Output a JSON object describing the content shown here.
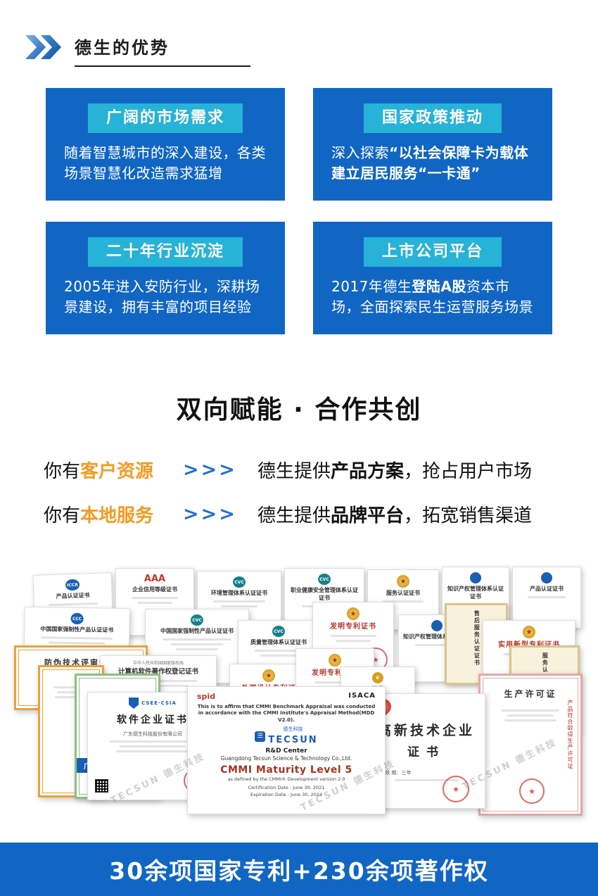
{
  "header": {
    "title": "德生的优势"
  },
  "colors": {
    "card_blue": "#1166c4",
    "title_teal": "#27b2d8",
    "accent_orange": "#f59a23",
    "banner_blue": "#1166c4",
    "arrow_blue": "#1f6fd0"
  },
  "advantage_cards": [
    {
      "title": "广阔的市场需求",
      "segments": [
        {
          "text": "随着智慧城市的深入建设，各类场景智慧化改造需求猛增",
          "bold": false
        }
      ]
    },
    {
      "title": "国家政策推动",
      "segments": [
        {
          "text": "深入探索",
          "bold": false
        },
        {
          "text": "“以社会保障卡为载体建立居民服务“一卡通”",
          "bold": true
        }
      ]
    },
    {
      "title": "二十年行业沉淀",
      "segments": [
        {
          "text": "2005年进入安防行业，深耕场景建设，拥有丰富的项目经验",
          "bold": false
        }
      ]
    },
    {
      "title": "上市公司平台",
      "segments": [
        {
          "text": "2017年德生",
          "bold": false
        },
        {
          "text": "登陆A股",
          "bold": true
        },
        {
          "text": "资本市场，全面探索民生运营服务场景",
          "bold": false
        }
      ]
    }
  ],
  "cooperation": {
    "title": "双向赋能 · 合作共创",
    "rows": [
      {
        "prefix": "你有",
        "highlight": "客户资源",
        "arrow": ">>>",
        "result_prefix": "德生提供",
        "result_bold": "产品方案",
        "result_suffix": "，抢占用户市场"
      },
      {
        "prefix": "你有",
        "highlight": "本地服务",
        "arrow": ">>>",
        "result_prefix": "德生提供",
        "result_bold": "品牌平台",
        "result_suffix": "，拓宽销售渠道"
      }
    ]
  },
  "certs": {
    "watermark": "TECSUN 德生科技",
    "back": [
      {
        "logo": "ICCR",
        "title": "产品认证证书"
      },
      {
        "logo": "AAA",
        "title": "企业信用等级证书"
      },
      {
        "logo": "CVC",
        "title": "环境管理体系认证证书"
      },
      {
        "logo": "CVC",
        "title": "职业健康安全管理体系认证证书"
      },
      {
        "logo": "",
        "title": "服务认证证书"
      },
      {
        "logo": "",
        "title": "知识产权管理体系认证证书"
      },
      {
        "logo": "",
        "title": "产品认证证书"
      },
      {
        "logo": "CCC",
        "title": "中国国家强制性产品认证证书"
      },
      {
        "logo": "CVC",
        "title": "中国国家强制性产品认证证书"
      },
      {
        "logo": "CVC",
        "title": "质量管理体系认证证书"
      },
      {
        "logo": "",
        "title": "发明专利证书"
      },
      {
        "logo": "",
        "title": "知识产权管理体系认证证书"
      },
      {
        "logo": "",
        "title": "售后服务认证证书"
      },
      {
        "logo": "",
        "title": "实用新型专利证书"
      },
      {
        "logo": "",
        "title": "防伪技术评审证书"
      },
      {
        "logo": "",
        "title": "中华人民共和国国家版权局",
        "title2": "计算机软件著作权登记证书"
      },
      {
        "logo": "",
        "title": "外观设计专利证",
        "title2": "TECSUN"
      },
      {
        "logo": "",
        "title": "发明专利证书"
      },
      {
        "logo": "K",
        "title": "证书"
      },
      {
        "logo": "",
        "title": "服务认证证书"
      },
      {
        "logo": "",
        "title": "证书"
      }
    ],
    "software": {
      "logo": "CSEE·CSIA",
      "title": "软件企业证书",
      "company": "广东德生科技股份有限公司"
    },
    "cmmi": {
      "left_logo": "spid",
      "right_logo": "ISACA",
      "statement": "This is to affirm that CMMI Benchmark Appraisal was conducted in accordance with the CMMI Institute's Appraisal Method(MDD V2.0).",
      "brand_cn": "德生科技",
      "brand_en": "TECSUN",
      "dept": "R&D Center",
      "company": "Guangdong Tecsun Science & Technology Co.,Ltd.",
      "level": "CMMI Maturity Level 5",
      "level_note": "as defined by the CMMI® Development version 2.0",
      "cert_date": "Certification Date : June 30, 2021",
      "exp_date": "Expiration Date : June 30, 2024"
    },
    "hitech": {
      "title": "高新技术企业",
      "subtitle": "证书",
      "validity": "有 效 期：三年"
    },
    "license": {
      "title": "生产许可证",
      "side_text": "产品符合取得生产许可证"
    },
    "decor_band": "广东"
  },
  "footer": {
    "banner": "30余项国家专利+230余项著作权"
  }
}
